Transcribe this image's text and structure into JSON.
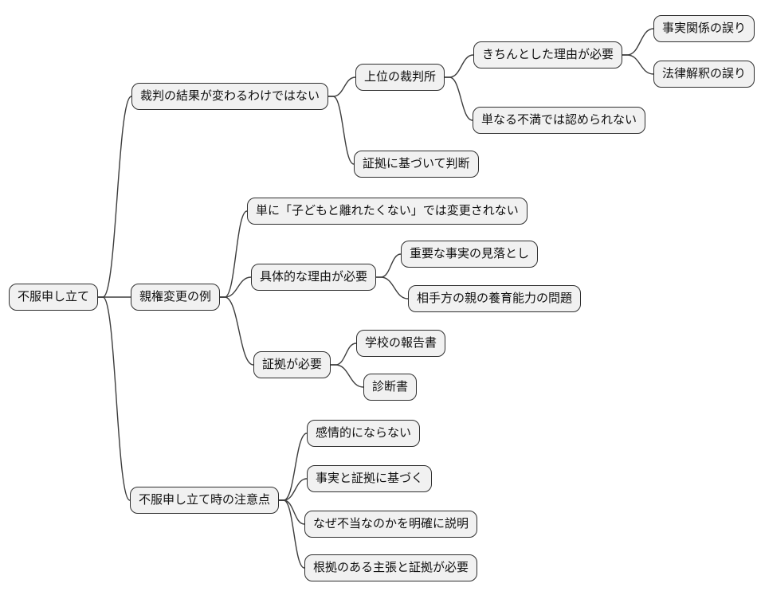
{
  "type": "mindmap",
  "colors": {
    "background": "#ffffff",
    "node_fill": "#f1f1f1",
    "node_border": "#2f2f2f",
    "link": "#3d3d3d",
    "text": "#111111"
  },
  "mindmap": {
    "root": {
      "label": "不服申し立て",
      "children": [
        {
          "label": "裁判の結果が変わるわけではない",
          "children": [
            {
              "label": "上位の裁判所",
              "children": [
                {
                  "label": "きちんとした理由が必要",
                  "children": [
                    {
                      "label": "事実関係の誤り"
                    },
                    {
                      "label": "法律解釈の誤り"
                    }
                  ]
                },
                {
                  "label": "単なる不満では認められない"
                }
              ]
            },
            {
              "label": "証拠に基づいて判断"
            }
          ]
        },
        {
          "label": "親権変更の例",
          "children": [
            {
              "label": "単に「子どもと離れたくない」では変更されない"
            },
            {
              "label": "具体的な理由が必要",
              "children": [
                {
                  "label": "重要な事実の見落とし"
                },
                {
                  "label": "相手方の親の養育能力の問題"
                }
              ]
            },
            {
              "label": "証拠が必要",
              "children": [
                {
                  "label": "学校の報告書"
                },
                {
                  "label": "診断書"
                }
              ]
            }
          ]
        },
        {
          "label": "不服申し立て時の注意点",
          "children": [
            {
              "label": "感情的にならない"
            },
            {
              "label": "事実と証拠に基づく"
            },
            {
              "label": "なぜ不当なのかを明確に説明"
            },
            {
              "label": "根拠のある主張と証拠が必要"
            }
          ]
        }
      ]
    }
  }
}
